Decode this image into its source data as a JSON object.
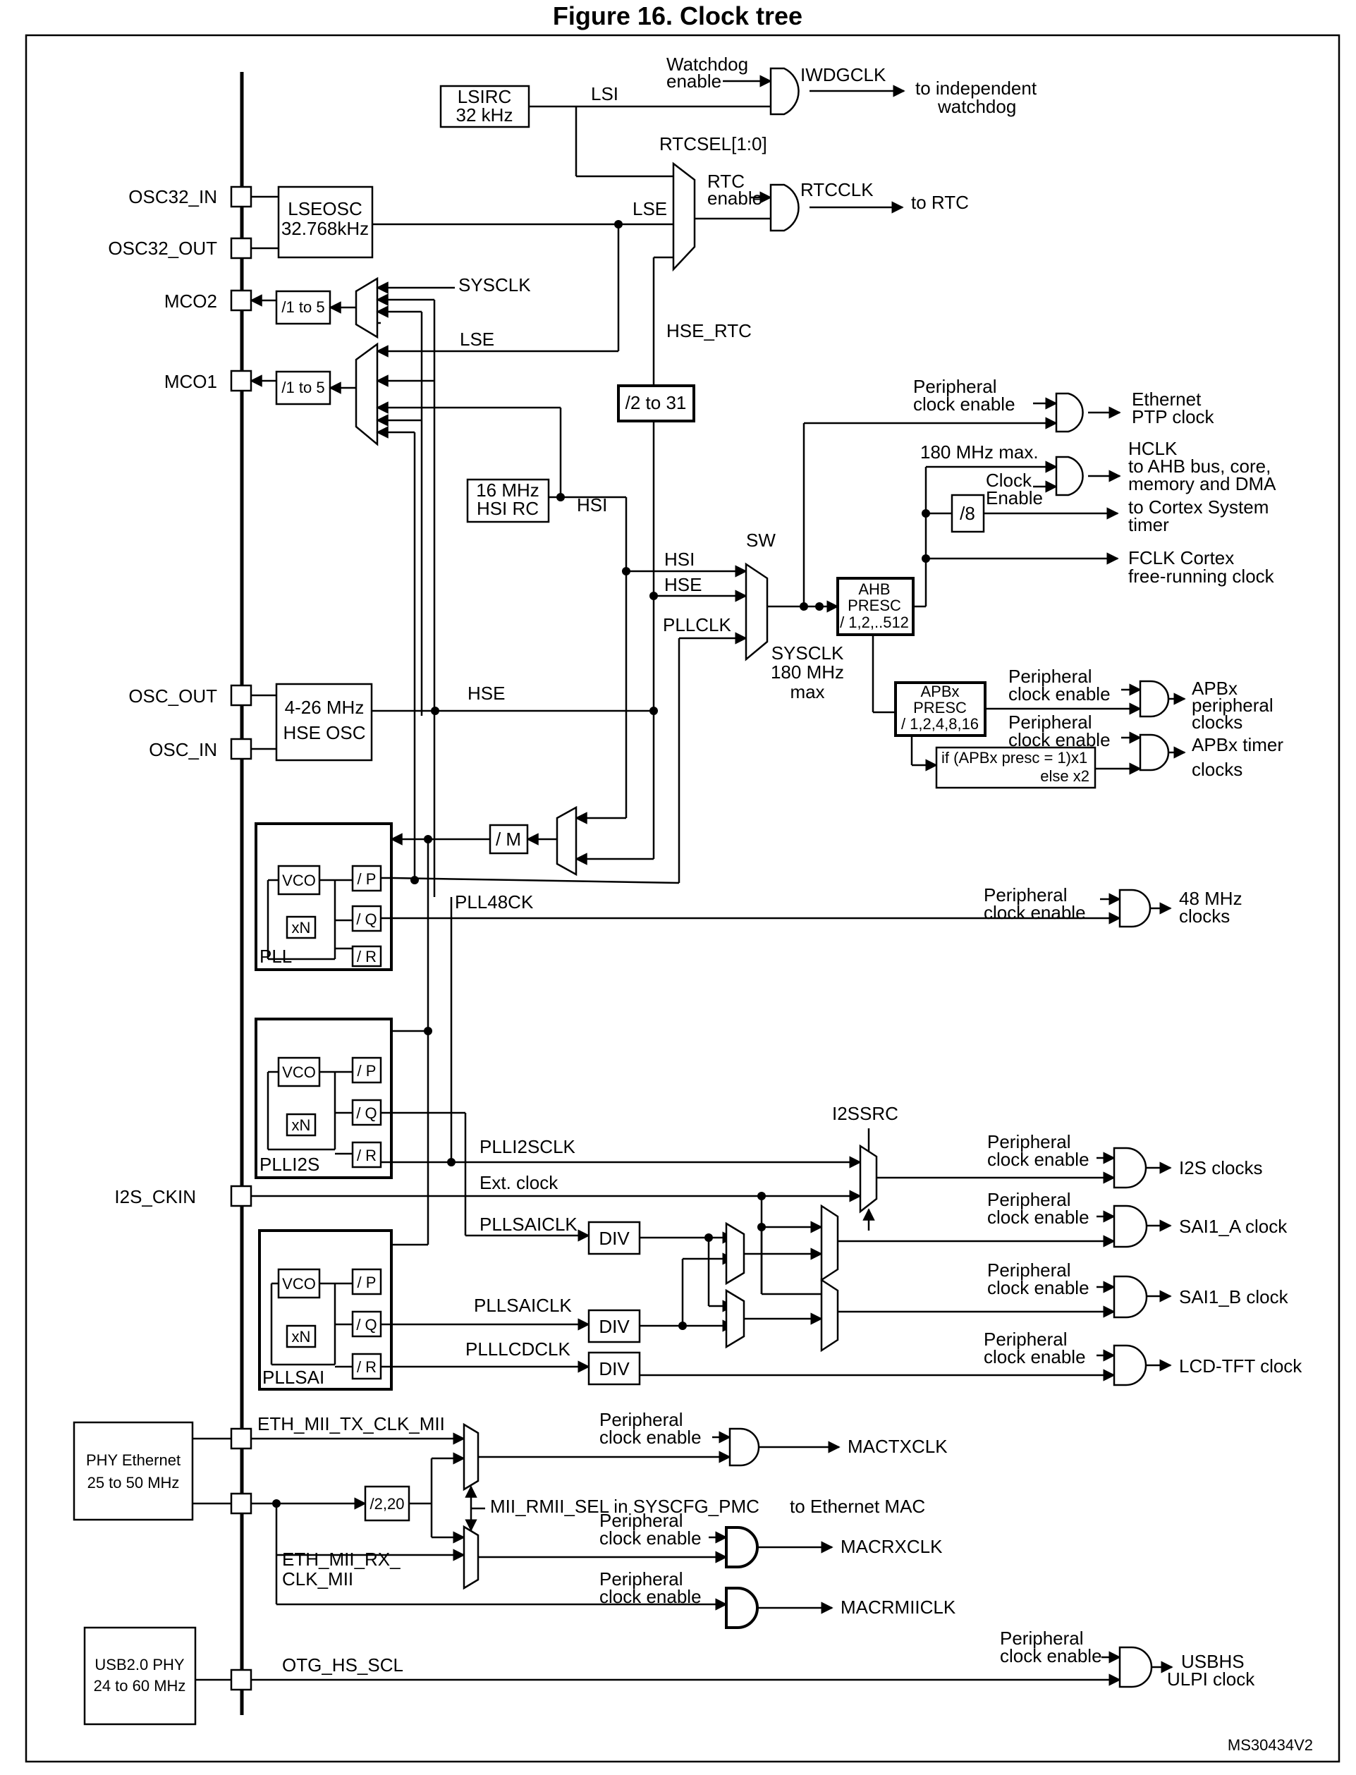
{
  "title": "Figure 16. Clock tree",
  "doc_id": "MS30434V2",
  "oscillators": {
    "lsirc": [
      "LSIRC",
      "32 kHz"
    ],
    "lseosc": [
      "LSEOSC",
      "32.768kHz"
    ],
    "hsirc": [
      "16 MHz",
      "HSI RC"
    ],
    "hseosc": [
      "4-26 MHz",
      "HSE OSC"
    ]
  },
  "pins": {
    "osc32_in": "OSC32_IN",
    "osc32_out": "OSC32_OUT",
    "mco2": "MCO2",
    "mco1": "MCO1",
    "osc_out": "OSC_OUT",
    "osc_in": "OSC_IN",
    "i2s_ckin": "I2S_CKIN"
  },
  "signals": {
    "watchdog_enable": [
      "Watchdog",
      "enable"
    ],
    "iwdgclk": "IWDGCLK",
    "to_iwdg": [
      "to independent",
      "watchdog"
    ],
    "lsi": "LSI",
    "rtcsel": "RTCSEL[1:0]",
    "rtc_enable": [
      "RTC",
      "enable"
    ],
    "rtcclk": "RTCCLK",
    "to_rtc": "to RTC",
    "lse": "LSE",
    "lse2": "LSE",
    "sysclk_mco": "SYSCLK",
    "hse_rtc": "HSE_RTC",
    "div2to31": "/2 to 31",
    "hsi": "HSI",
    "hsi_sw": "HSI",
    "hse_sw": "HSE",
    "pllclk": "PLLCLK",
    "sw": "SW",
    "hse": "HSE",
    "sysclk_out": [
      "SYSCLK",
      "180 MHz",
      "max"
    ],
    "div_1to5_a": "/1 to 5",
    "div_1to5_b": "/1 to 5",
    "div_m": "/ M",
    "pll48ck": "PLL48CK",
    "plli2sclk": "PLLI2SCLK",
    "ext_clock": "Ext. clock",
    "i2ssrc": "I2SSRC",
    "pllsaiclk_a": "PLLSAICLK",
    "pllsaiclk_b": "PLLSAICLK",
    "plllcdclk": "PLLLCDCLK",
    "div": "DIV"
  },
  "ahb": {
    "max": "180 MHz max.",
    "presc": [
      "AHB",
      "PRESC",
      "/ 1,2,..512"
    ],
    "clock_enable": [
      "Clock",
      "Enable"
    ],
    "div8": "/8",
    "hclk": [
      "HCLK",
      "to AHB bus, core,",
      "memory and DMA"
    ],
    "systimer": [
      "to Cortex System",
      "timer"
    ],
    "fclk": [
      "FCLK Cortex",
      "free-running clock"
    ],
    "eth_ptp": [
      "Ethernet",
      "PTP clock"
    ]
  },
  "apb": {
    "presc": [
      "APBx",
      "PRESC",
      "/ 1,2,4,8,16"
    ],
    "timer_mult": [
      "if (APBx presc = 1)x1",
      "else x2"
    ],
    "periph_out": [
      "APBx",
      "peripheral",
      "clocks"
    ],
    "timer_out": [
      "APBx timer",
      "clocks"
    ]
  },
  "plls": {
    "vco": "VCO",
    "xn": "xN",
    "p": "/ P",
    "q": "/ Q",
    "r": "/ R",
    "pll": "PLL",
    "plli2s": "PLLI2S",
    "pllsai": "PLLSAI"
  },
  "peripheral_enable": [
    "Peripheral",
    "clock enable"
  ],
  "outputs": {
    "clk48": [
      "48 MHz",
      "clocks"
    ],
    "i2s": "I2S clocks",
    "sai_a": "SAI1_A clock",
    "sai_b": "SAI1_B clock",
    "lcd": "LCD-TFT clock",
    "mactx": "MACTXCLK",
    "macrx": "MACRXCLK",
    "macrmii": "MACRMIICLK",
    "usbhs": [
      "USBHS",
      "ULPI clock"
    ]
  },
  "ethernet": {
    "phy": [
      "PHY Ethernet",
      "25 to 50 MHz"
    ],
    "tx_clk": "ETH_MII_TX_CLK_MII",
    "rx_clk": [
      "ETH_MII_RX_",
      "CLK_MII"
    ],
    "div2_20": "/2,20",
    "mii_sel": "MII_RMII_SEL in SYSCFG_PMC",
    "to_mac": "to Ethernet MAC"
  },
  "usb": {
    "phy": [
      "USB2.0 PHY",
      "24 to 60 MHz"
    ],
    "otg": "OTG_HS_SCL"
  }
}
